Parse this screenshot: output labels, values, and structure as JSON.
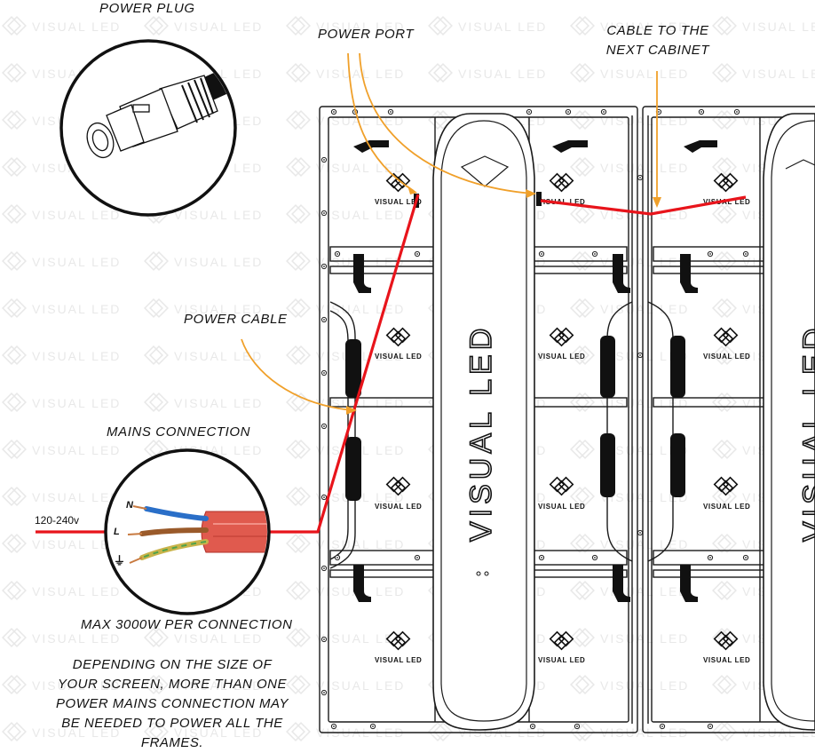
{
  "labels": {
    "power_plug": "POWER PLUG",
    "power_port": "POWER PORT",
    "cable_next_line1": "CABLE TO THE",
    "cable_next_line2": "NEXT CABINET",
    "power_cable": "POWER CABLE",
    "mains_connection": "MAINS CONNECTION",
    "voltage": "120-240v",
    "max_power": "MAX 3000W PER CONNECTION",
    "note_lines": [
      "DEPENDING ON THE SIZE OF",
      "YOUR SCREEN, MORE THAN ONE",
      "POWER MAINS CONNECTION  MAY",
      "BE NEEDED TO POWER ALL THE",
      "FRAMES."
    ]
  },
  "wires": {
    "neutral": "N",
    "live": "L",
    "earth": "⏚"
  },
  "brand": {
    "logo_text": "VISUAL LED",
    "watermark": "VISUAL LED"
  },
  "colors": {
    "cable_red": "#e8141b",
    "callout_orange": "#f0a02a",
    "wire_blue": "#2a6fc8",
    "wire_brown": "#9a5a2a",
    "wire_earth": "#c9b34a",
    "mains_sheath": "#e05a4e",
    "line_dark": "#1a1a1a"
  }
}
